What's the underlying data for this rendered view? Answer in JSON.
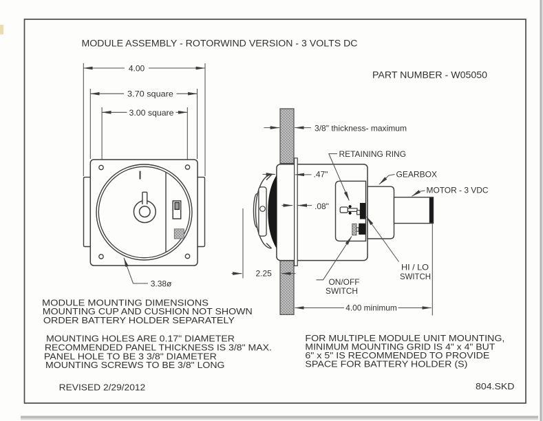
{
  "colors": {
    "ink": "#3c3c3c",
    "paper": "#fdfdfc",
    "panel_gray": "#a9a9a9",
    "switch_black": "#1a1a1a"
  },
  "title": "MODULE ASSEMBLY - ROTORWIND VERSION - 3 VOLTS DC",
  "part_number": "PART NUMBER - W05050",
  "front_view": {
    "dim_width": "4.00",
    "dim_plate": "3.70 square",
    "dim_holes": "3.00 square",
    "dim_dial_diameter": "3.38ø"
  },
  "side_view": {
    "panel_thickness_label": "3/8\" thickness- maximum",
    "retaining_ring_label": "RETAINING RING",
    "gearbox_label": "GEARBOX",
    "motor_label": "MOTOR - 3 VDC",
    "dim_protrusion": ".47\"",
    "dim_flange_thickness": ".08\"",
    "dim_depth": "2.25",
    "onoff_switch_label_line1": "ON/OFF",
    "onoff_switch_label_line2": "SWITCH",
    "hilo_switch_label_line1": "HI / LO",
    "hilo_switch_label_line2": "SWITCH",
    "dim_min_clearance": "4.00 minimum"
  },
  "notes_mounting": {
    "line1": "MODULE  MOUNTING DIMENSIONS",
    "line2": "MOUNTING CUP AND CUSHION NOT SHOWN",
    "line3": "ORDER BATTERY HOLDER SEPARATELY"
  },
  "notes_holes": {
    "line1": "MOUNTING HOLES ARE 0.17\" DIAMETER",
    "line2": "RECOMMENDED PANEL THICKNESS IS 3/8\" MAX.",
    "line3": "PANEL HOLE TO BE 3 3/8\" DIAMETER",
    "line4": "MOUNTING SCREWS TO BE 3/8\" LONG"
  },
  "notes_multiple": {
    "line1": "FOR MULTIPLE MODULE UNIT MOUNTING,",
    "line2": "MINIMUM MOUNTING GRID IS 4\" x 4\" BUT",
    "line3": "6\" x  5\"  IS RECOMMENDED TO PROVIDE",
    "line4": "SPACE FOR BATTERY HOLDER (S)"
  },
  "revision": "REVISED 2/29/2012",
  "doc_number": "804.SKD"
}
